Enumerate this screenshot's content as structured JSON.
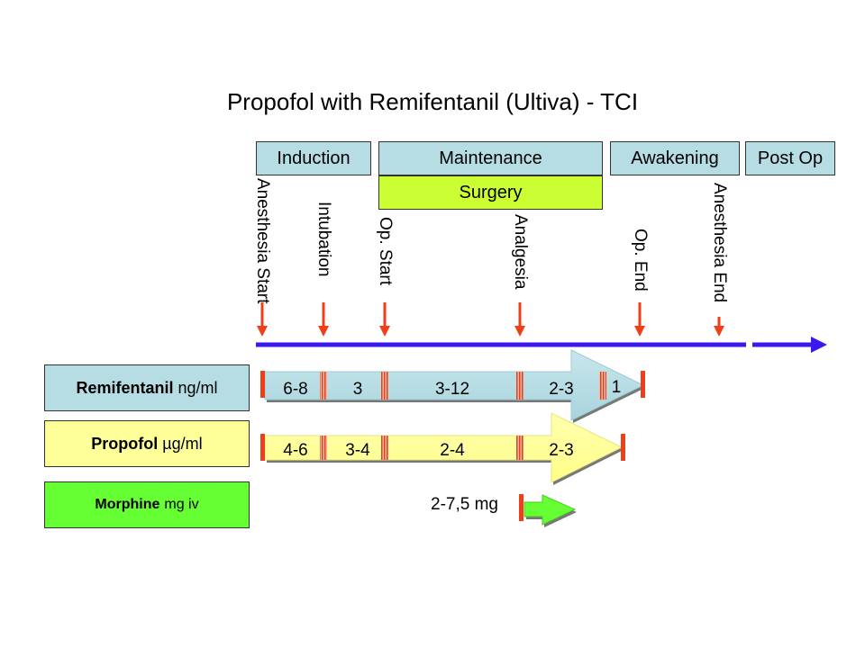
{
  "title": "Propofol with Remifentanil (Ultiva) - TCI",
  "phases": {
    "induction": "Induction",
    "maintenance": "Maintenance",
    "surgery": "Surgery",
    "awakening": "Awakening",
    "postop": "Post Op"
  },
  "events": {
    "anesthesia_start": "Anesthesia Start",
    "intubation": "Intubation",
    "op_start": "Op. Start",
    "analgesia": "Analgesia",
    "op_end": "Op. End",
    "anesthesia_end": "Anesthesia End"
  },
  "drugs": {
    "remifentanil": {
      "name": "Remifentanil",
      "unit": "ng/ml",
      "values": [
        "6-8",
        "3",
        "3-12",
        "2-3",
        "1"
      ]
    },
    "propofol": {
      "name": "Propofol",
      "unit": "µg/ml",
      "values": [
        "4-6",
        "3-4",
        "2-4",
        "2-3"
      ]
    },
    "morphine": {
      "name": "Morphine",
      "unit": "mg iv",
      "dose": "2-7,5 mg"
    }
  },
  "colors": {
    "timeline": "#3b18f0",
    "event_arrow": "#ef3e1a",
    "phase_box": "#b7dde4",
    "surgery_box": "#ccff33",
    "remifentanil": "#b7dde4",
    "propofol": "#ffff99",
    "morphine": "#66ff33"
  }
}
